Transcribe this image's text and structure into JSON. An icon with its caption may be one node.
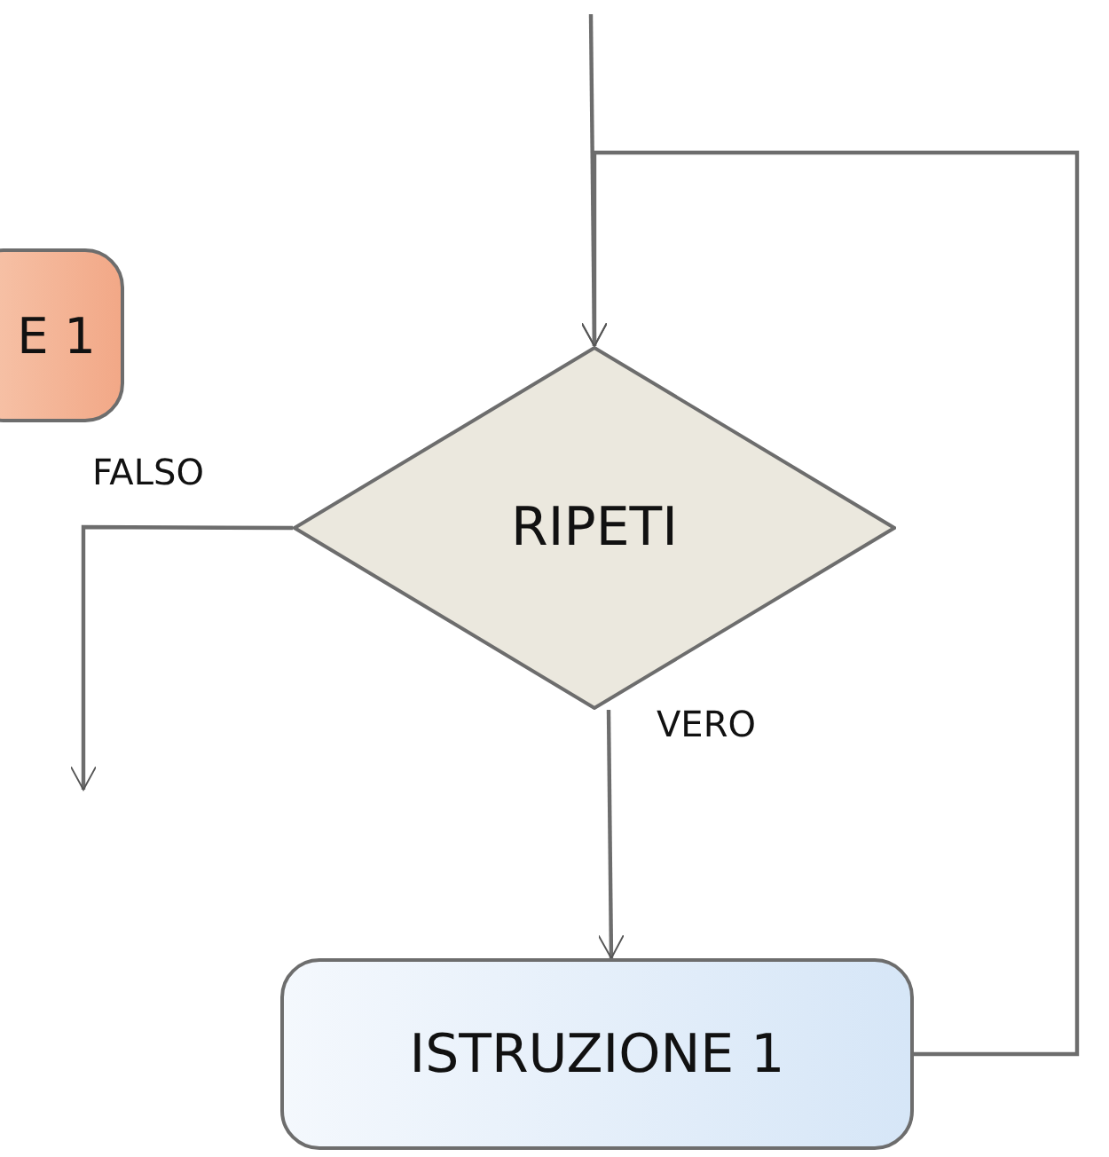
{
  "diagram": {
    "nodes": [
      {
        "text": [
          "E 1"
        ]
      },
      {
        "text": [
          "RIPETI"
        ]
      },
      {
        "text": [
          "ISTRUZIONE 1"
        ]
      }
    ],
    "edges": [
      {
        "from": null,
        "to": 1,
        "arrow": "to"
      },
      {
        "from": 1,
        "to": null,
        "arrow": "to",
        "label": "FALSO"
      },
      {
        "from": 1,
        "to": 2,
        "arrow": "to",
        "label": "VERO"
      },
      {
        "from": 2,
        "to": 1,
        "arrow": "to"
      }
    ]
  }
}
